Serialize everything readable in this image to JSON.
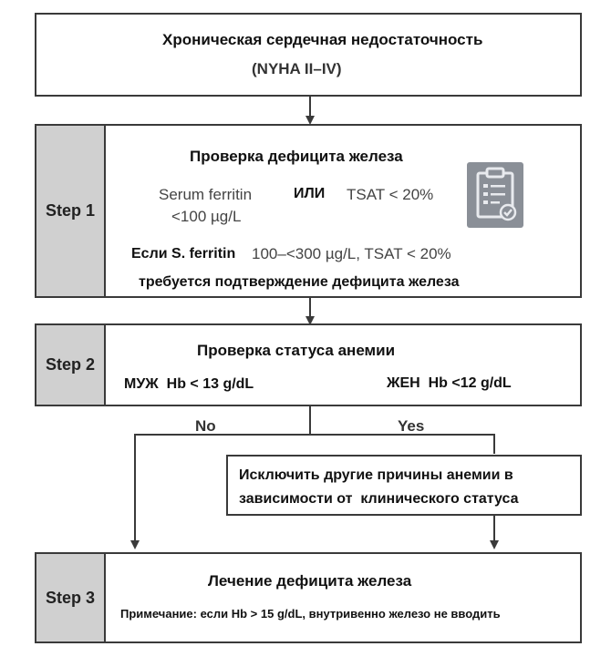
{
  "top": {
    "title": "Хроническая сердечная недостаточность",
    "subtitle": "(NYHA II–IV)"
  },
  "step1": {
    "label": "Step 1",
    "heading": "Проверка дефицита железа",
    "ferritin_line1": "Serum ferritin",
    "ferritin_line2": "<100 µg/L",
    "or": "ИЛИ",
    "tsat": "TSAT < 20%",
    "if_prefix": "Если S. ferritin",
    "if_values": "100–<300 µg/L, TSAT < 20%",
    "confirm": "требуется подтверждение дефицита железа",
    "icon": "clipboard-check-icon"
  },
  "step2": {
    "label": "Step 2",
    "heading": "Проверка статуса анемии",
    "male": "МУЖ  Hb < 13 g/dL",
    "female": "ЖЕН  Hb <12 g/dL"
  },
  "branch": {
    "no": "No",
    "yes": "Yes",
    "exclude_line1": "Исключить другие причины анемии в",
    "exclude_line2": "зависимости от  клинического статуса"
  },
  "step3": {
    "label": "Step 3",
    "heading": "Лечение дефицита железа",
    "note": "Примечание: если Hb > 15 g/dL, внутривенно железо не вводить"
  }
}
